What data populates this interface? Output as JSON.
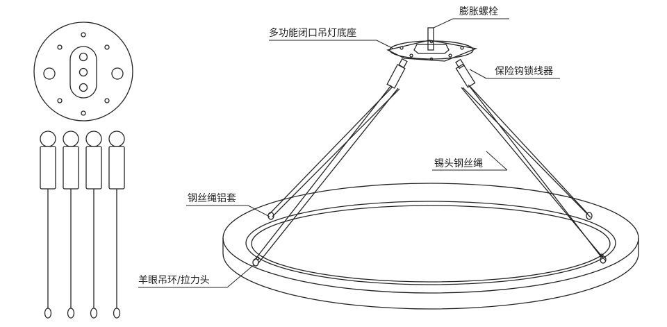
{
  "labels": {
    "expansion_bolt": "膨胀螺栓",
    "ceiling_base": "多功能闭口吊灯底座",
    "safety_hook_lock": "保险钩锁线器",
    "tin_head_wire_rope": "锡头钢丝绳",
    "wire_rope_aluminum_sleeve": "钢丝绳铝套",
    "eye_hook_pull_head": "羊眼吊环/拉力头"
  },
  "colors": {
    "stroke": "#222222",
    "background": "#ffffff"
  }
}
